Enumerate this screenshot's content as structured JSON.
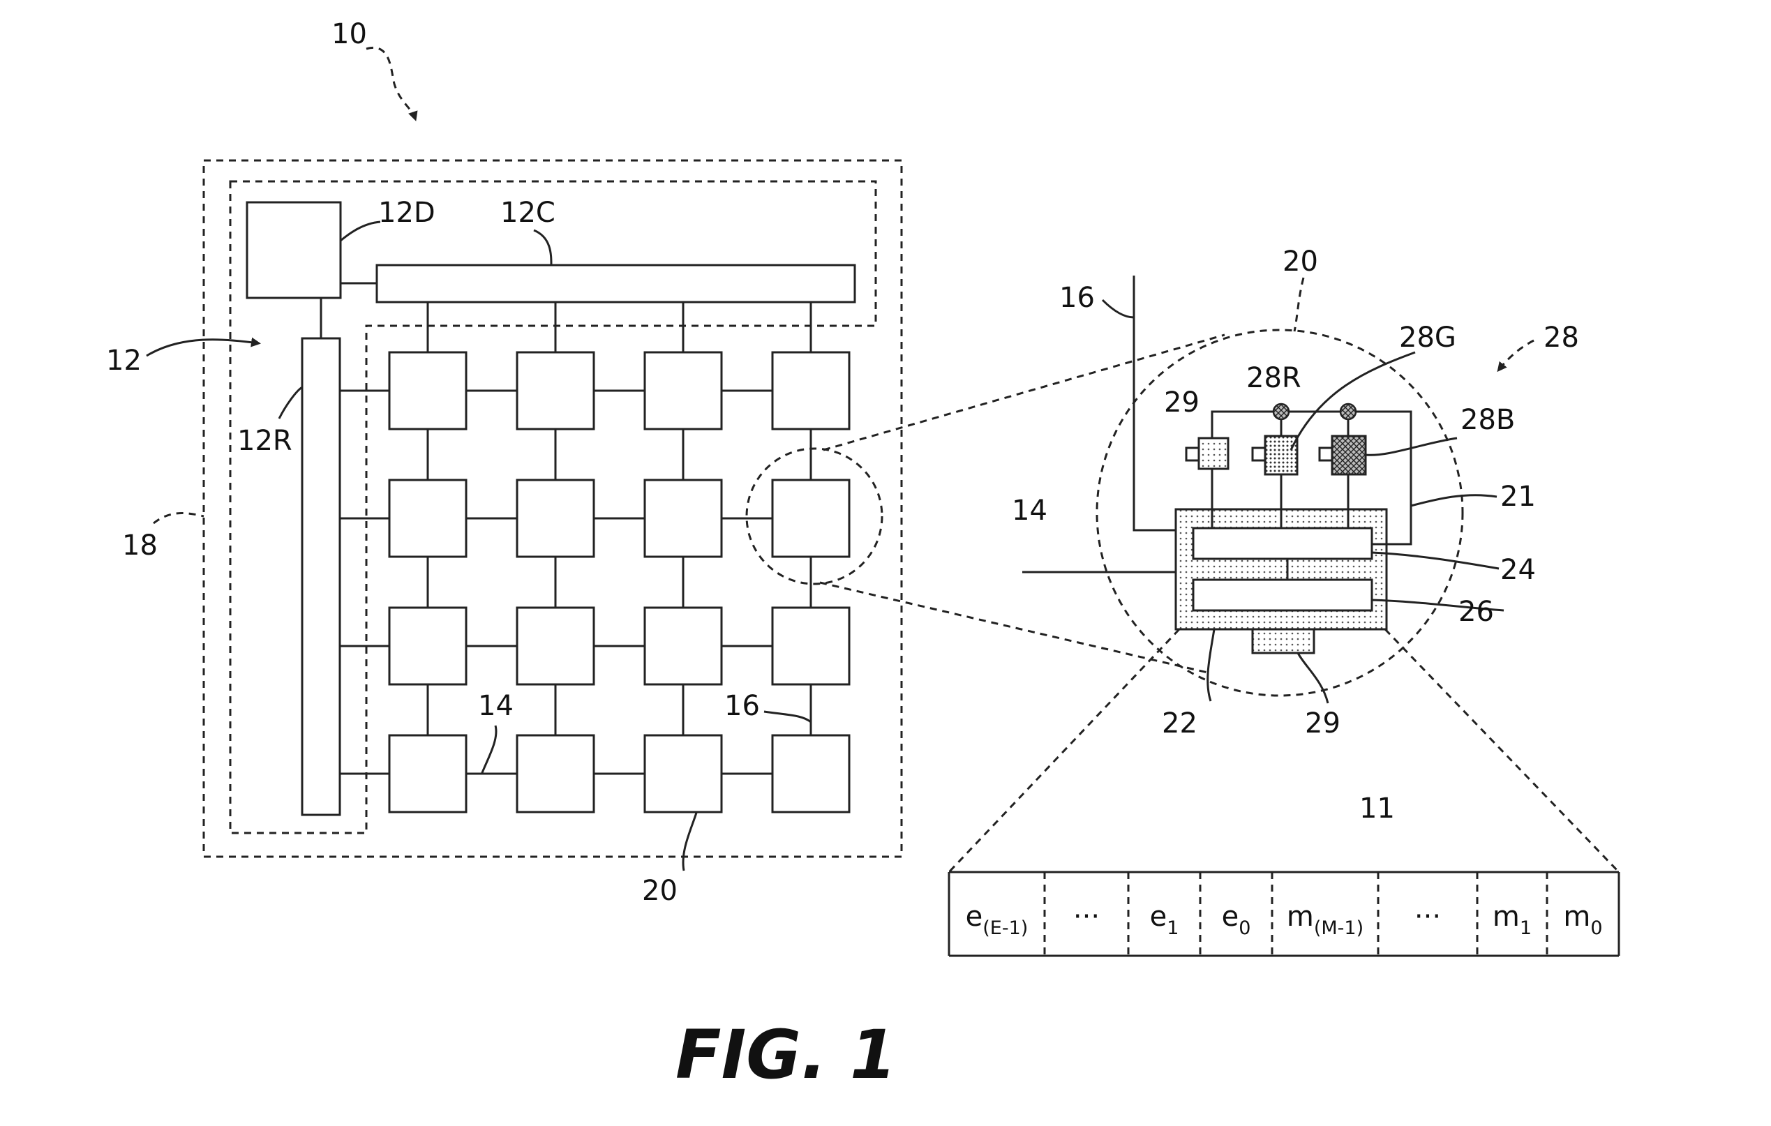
{
  "figure_title": "FIG. 1",
  "ref_labels": {
    "system": "10",
    "controller": "12",
    "controller_d": "12D",
    "controller_c": "12C",
    "controller_r": "12R",
    "row_line": "14",
    "column_line": "16",
    "boundary": "18",
    "pixel": "20",
    "cell_outline": "21",
    "substrate": "22",
    "memory_a": "24",
    "memory_b": "26",
    "emitters": "28",
    "emitter_red": "28R",
    "emitter_green": "28G",
    "emitter_blue": "28B",
    "sensor": "29",
    "data_word": "11"
  },
  "data_word_cells": [
    {
      "base": "e",
      "sub": "(E-1)"
    },
    {
      "base": "···",
      "sub": ""
    },
    {
      "base": "e",
      "sub": "1"
    },
    {
      "base": "e",
      "sub": "0"
    },
    {
      "base": "m",
      "sub": "(M-1)"
    },
    {
      "base": "···",
      "sub": ""
    },
    {
      "base": "m",
      "sub": "1"
    },
    {
      "base": "m",
      "sub": "0"
    }
  ],
  "pixel_grid": {
    "rows": 4,
    "cols": 4
  }
}
